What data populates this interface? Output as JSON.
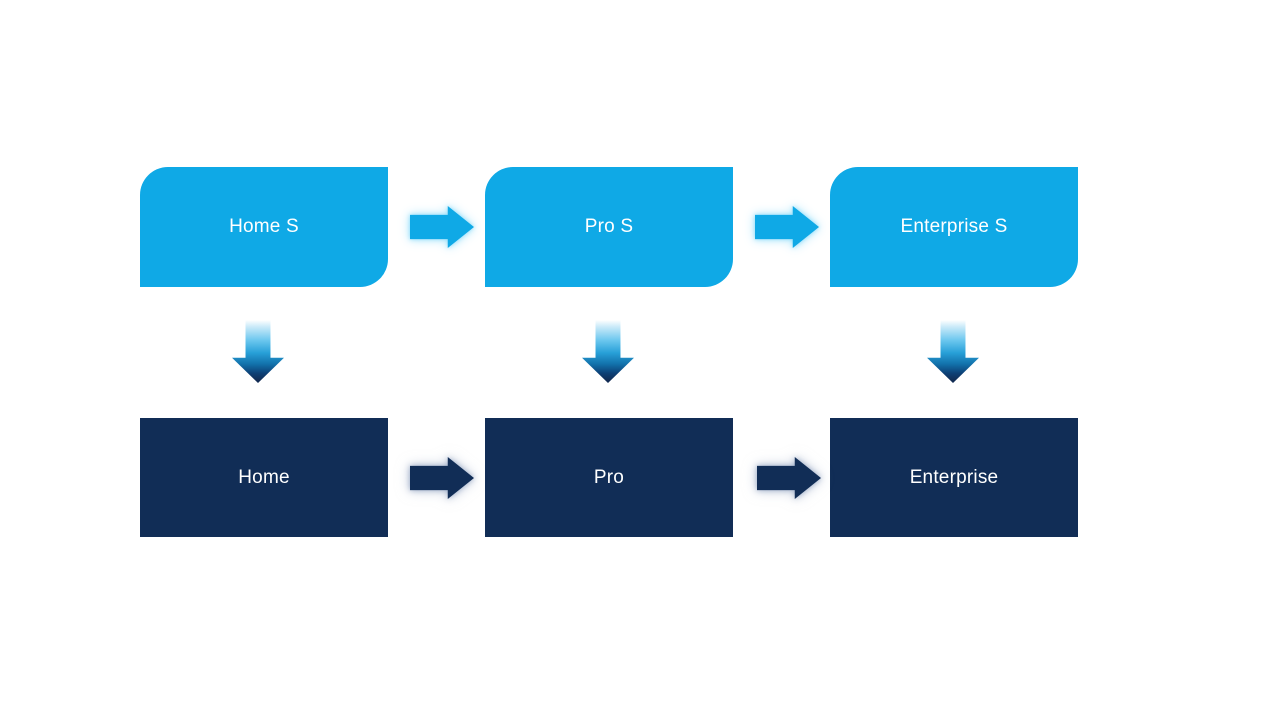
{
  "page": {
    "type": "process-flow-diagram",
    "background": "#FFFFFF"
  },
  "colors": {
    "top_box_fill": "#0FA9E6",
    "top_arrow_fill": "#0FA9E6",
    "top_arrow_glow": "#B3E8FC",
    "bottom_box_fill": "#112D56",
    "bottom_arrow_fill": "#112D56",
    "bottom_arrow_glow": "#A2B0CA",
    "down_arrow_gradient_top": "#FFFFFF",
    "down_arrow_gradient_bottom": "#112C54",
    "label_text": "#FFFFFF"
  },
  "diagram": {
    "columns": [
      {
        "top": {
          "label": "Home S"
        },
        "bottom": {
          "label": "Home"
        }
      },
      {
        "top": {
          "label": "Pro S"
        },
        "bottom": {
          "label": "Pro"
        }
      },
      {
        "top": {
          "label": "Enterprise S"
        },
        "bottom": {
          "label": "Enterprise"
        }
      }
    ],
    "arrows": {
      "top_row_direction": "right",
      "bottom_row_direction": "right",
      "column_direction": "down"
    }
  }
}
